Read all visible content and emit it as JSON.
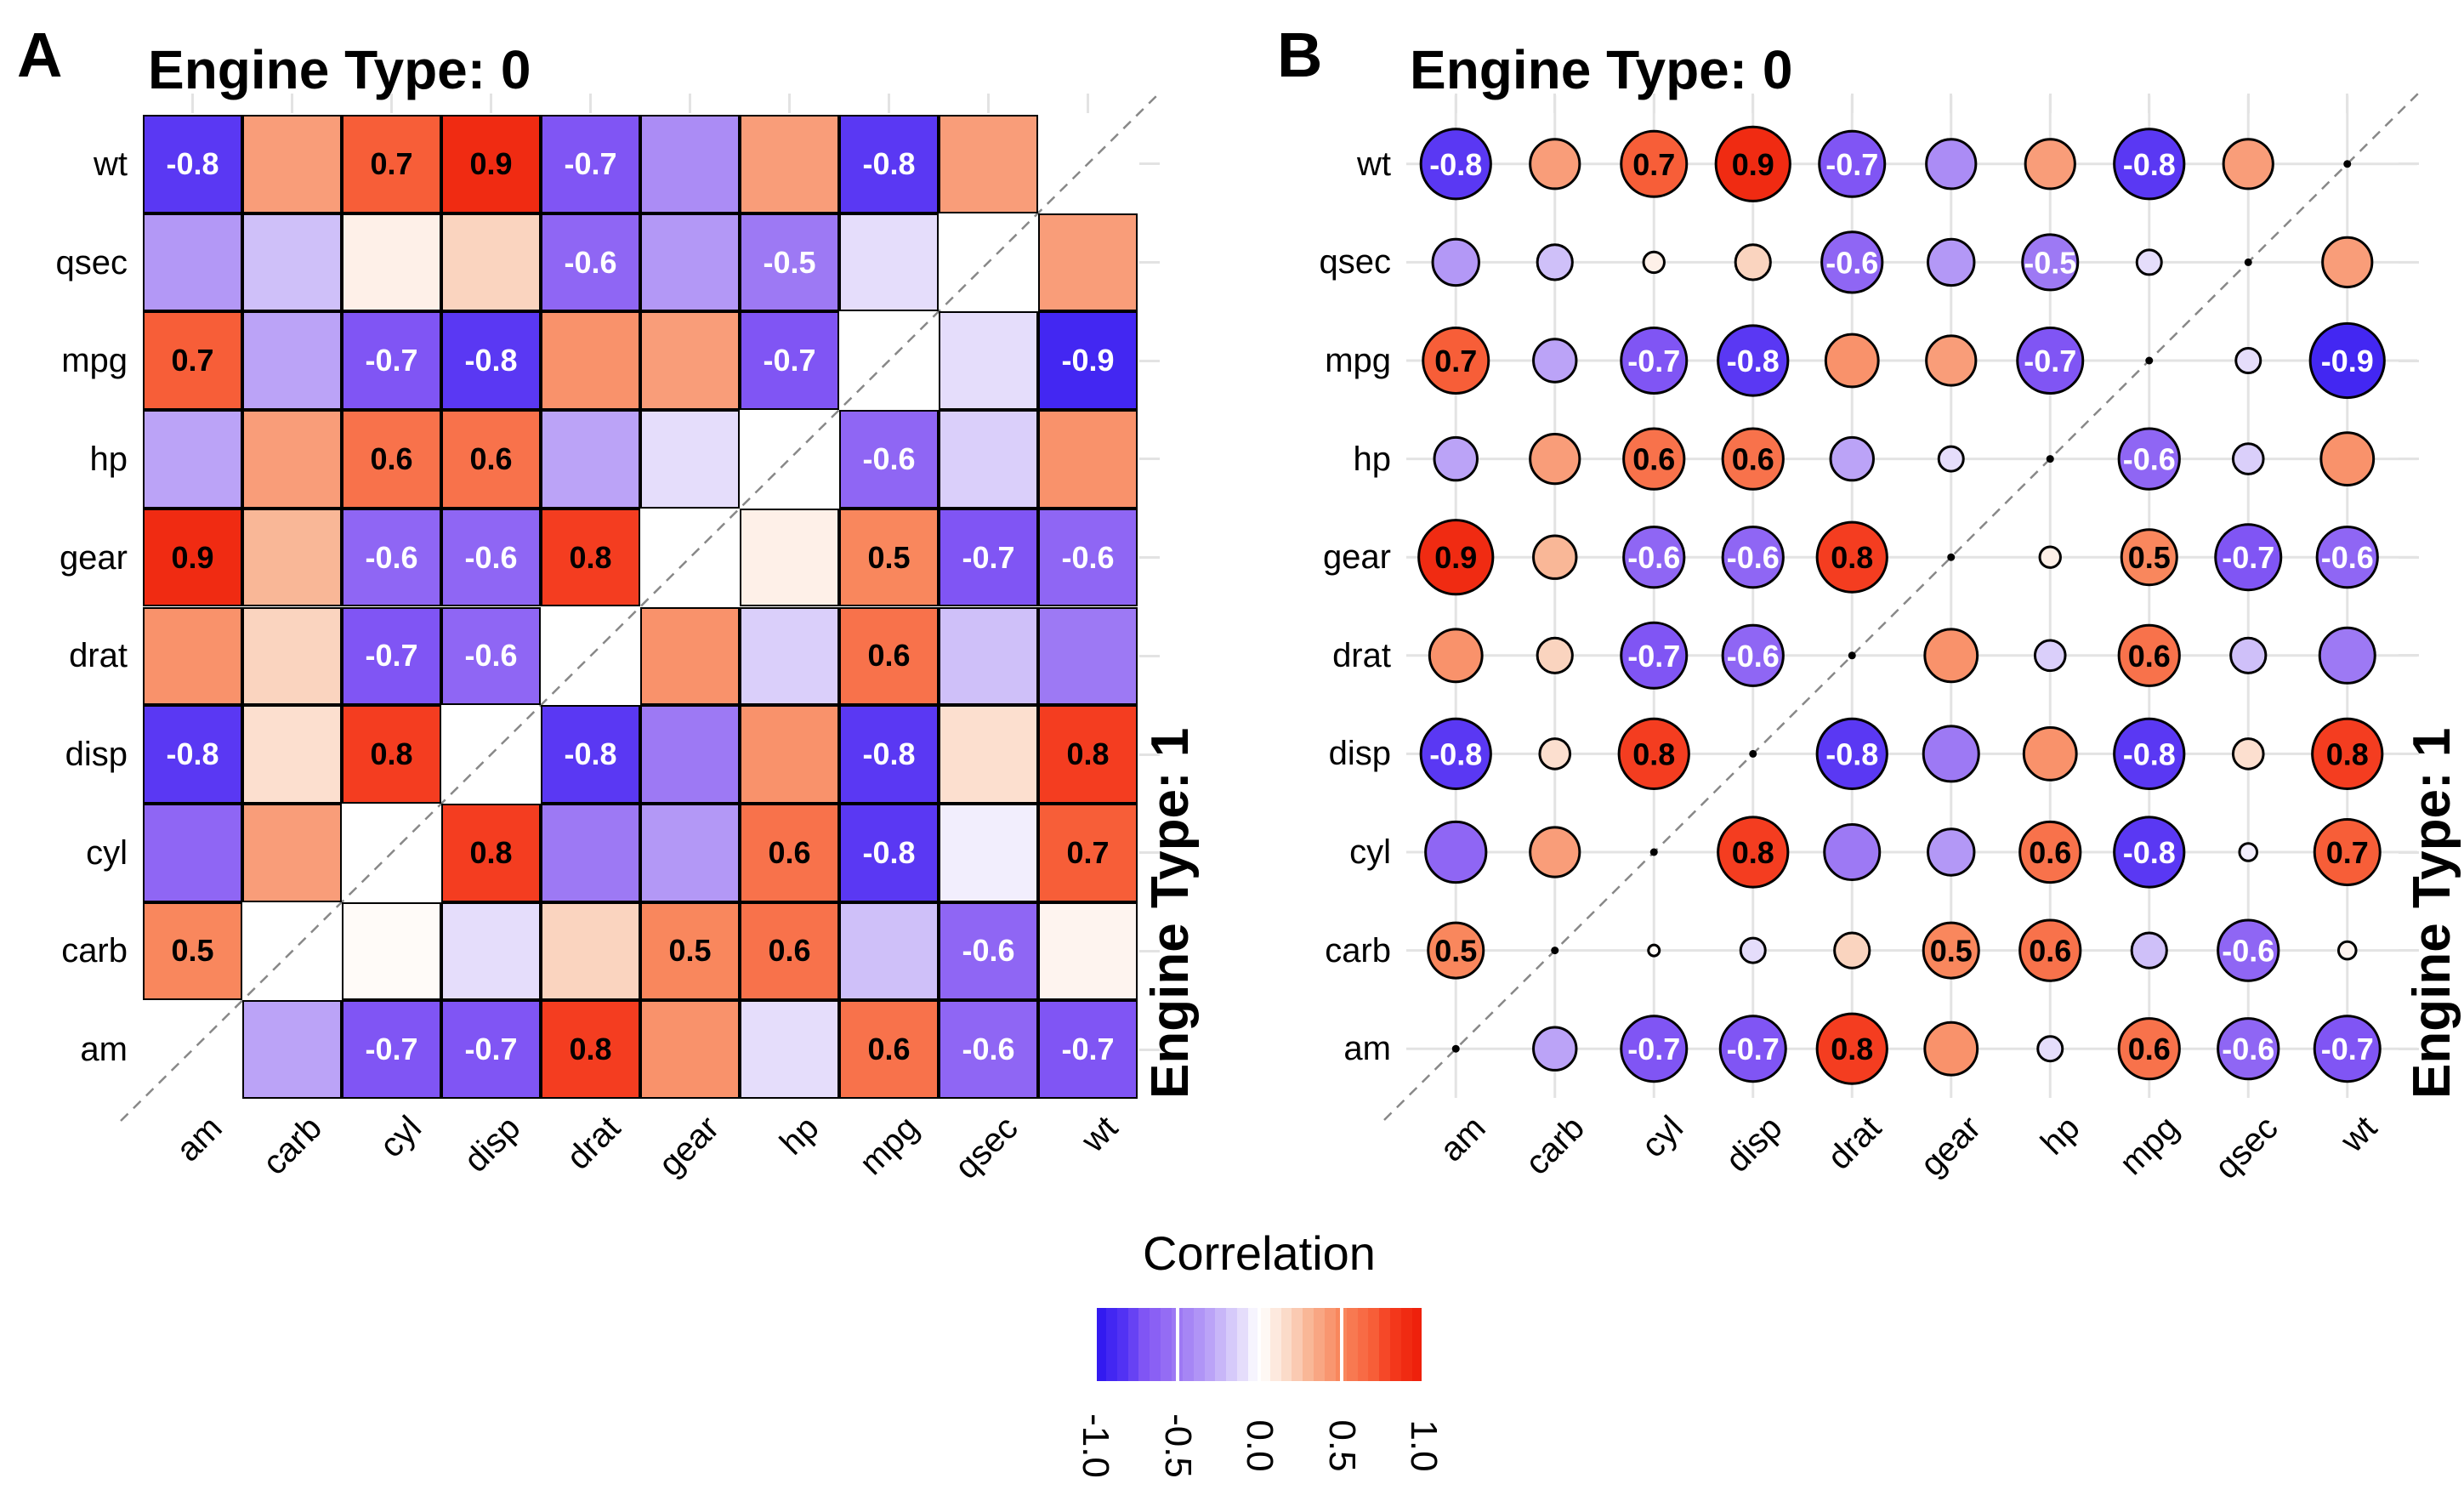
{
  "figure": {
    "panel_a": {
      "tag": "A",
      "title": "Engine Type: 0",
      "right_label": "Engine Type: 1"
    },
    "panel_b": {
      "tag": "B",
      "title": "Engine Type: 0",
      "right_label": "Engine Type: 1"
    },
    "legend": {
      "title": "Correlation",
      "ticks": [
        "-1.0",
        "-0.5",
        "0.0",
        "0.5",
        "1.0"
      ]
    }
  },
  "chart_data": {
    "type": "heatmap",
    "subtype": "split correlation matrix, panel A = colored tiles, panel B = sized circles",
    "rows": [
      "wt",
      "qsec",
      "mpg",
      "hp",
      "gear",
      "drat",
      "disp",
      "cyl",
      "carb",
      "am"
    ],
    "cols": [
      "am",
      "carb",
      "cyl",
      "disp",
      "drat",
      "gear",
      "hp",
      "mpg",
      "qsec",
      "wt"
    ],
    "upper_left_triangle_group": "Engine Type: 0",
    "lower_right_triangle_group": "Engine Type: 1",
    "diagonal": "empty, dashed identity line",
    "values": [
      [
        -0.8,
        0.4,
        0.7,
        0.9,
        -0.7,
        -0.4,
        0.4,
        -0.8,
        0.4,
        null
      ],
      [
        -0.35,
        -0.2,
        0.07,
        0.2,
        -0.6,
        -0.35,
        -0.5,
        -0.1,
        null,
        0.4
      ],
      [
        0.7,
        -0.3,
        -0.7,
        -0.8,
        0.45,
        0.4,
        -0.7,
        null,
        -0.1,
        -0.9
      ],
      [
        -0.3,
        0.4,
        0.6,
        0.6,
        -0.3,
        -0.1,
        null,
        -0.6,
        -0.15,
        0.45
      ],
      [
        0.9,
        0.3,
        -0.6,
        -0.6,
        0.8,
        null,
        0.07,
        0.5,
        -0.7,
        -0.6
      ],
      [
        0.45,
        0.2,
        -0.7,
        -0.6,
        null,
        0.45,
        -0.15,
        0.6,
        -0.2,
        -0.5
      ],
      [
        -0.8,
        0.15,
        0.8,
        null,
        -0.8,
        -0.5,
        0.45,
        -0.8,
        0.15,
        0.8
      ],
      [
        -0.6,
        0.4,
        null,
        0.8,
        -0.5,
        -0.35,
        0.6,
        -0.8,
        -0.05,
        0.7
      ],
      [
        0.5,
        null,
        0.02,
        -0.1,
        0.2,
        0.5,
        0.6,
        -0.2,
        -0.6,
        0.05
      ],
      [
        null,
        -0.3,
        -0.7,
        -0.7,
        0.8,
        0.45,
        -0.1,
        0.6,
        -0.6,
        -0.7
      ]
    ],
    "labels": [
      [
        "-0.8",
        null,
        "0.7",
        "0.9",
        "-0.7",
        null,
        null,
        "-0.8",
        null,
        null
      ],
      [
        null,
        null,
        null,
        null,
        "-0.6",
        null,
        "-0.5",
        null,
        null,
        null
      ],
      [
        "0.7",
        null,
        "-0.7",
        "-0.8",
        null,
        null,
        "-0.7",
        null,
        null,
        "-0.9"
      ],
      [
        null,
        null,
        "0.6",
        "0.6",
        null,
        null,
        null,
        "-0.6",
        null,
        null
      ],
      [
        "0.9",
        null,
        "-0.6",
        "-0.6",
        "0.8",
        null,
        null,
        "0.5",
        "-0.7",
        "-0.6"
      ],
      [
        null,
        null,
        "-0.7",
        "-0.6",
        null,
        null,
        null,
        "0.6",
        null,
        null
      ],
      [
        "-0.8",
        null,
        "0.8",
        null,
        "-0.8",
        null,
        null,
        "-0.8",
        null,
        "0.8"
      ],
      [
        null,
        null,
        null,
        "0.8",
        null,
        null,
        "0.6",
        "-0.8",
        null,
        "0.7"
      ],
      [
        "0.5",
        null,
        null,
        null,
        null,
        "0.5",
        "0.6",
        null,
        "-0.6",
        null
      ],
      [
        null,
        null,
        "-0.7",
        "-0.7",
        "0.8",
        null,
        null,
        "0.6",
        "-0.6",
        "-0.7"
      ]
    ],
    "colorscale": {
      "title": "Correlation",
      "range": [
        -1,
        1
      ],
      "tick_labels": [
        "-1.0",
        "-0.5",
        "0.0",
        "0.5",
        "1.0"
      ],
      "legend_position": "bottom center",
      "stops": [
        [
          -1.0,
          "#2B14EF"
        ],
        [
          -0.9,
          "#4327F2"
        ],
        [
          -0.8,
          "#5A38F3"
        ],
        [
          -0.7,
          "#8055F4"
        ],
        [
          -0.6,
          "#8F66F4"
        ],
        [
          -0.5,
          "#9D79F4"
        ],
        [
          -0.4,
          "#AB8CF5"
        ],
        [
          -0.3,
          "#BBA3F7"
        ],
        [
          -0.2,
          "#CFC0F9"
        ],
        [
          -0.1,
          "#E5DDFB"
        ],
        [
          0.0,
          "#FFFFFF"
        ],
        [
          0.1,
          "#FDE9DE"
        ],
        [
          0.2,
          "#FAD4BF"
        ],
        [
          0.3,
          "#F9B797"
        ],
        [
          0.4,
          "#F99D79"
        ],
        [
          0.5,
          "#F9875D"
        ],
        [
          0.6,
          "#F8724B"
        ],
        [
          0.7,
          "#F75E38"
        ],
        [
          0.8,
          "#F43D20"
        ],
        [
          0.9,
          "#F02B12"
        ],
        [
          1.0,
          "#ED1C09"
        ]
      ],
      "label_text_colors": {
        "negative": "#FFFFFF",
        "positive": "#000000"
      }
    },
    "style_colors": {
      "grid": "#E3E3E3",
      "cell_border": "#000000",
      "diagonal_dash": "#888888",
      "circle_stroke": "#000000"
    }
  }
}
